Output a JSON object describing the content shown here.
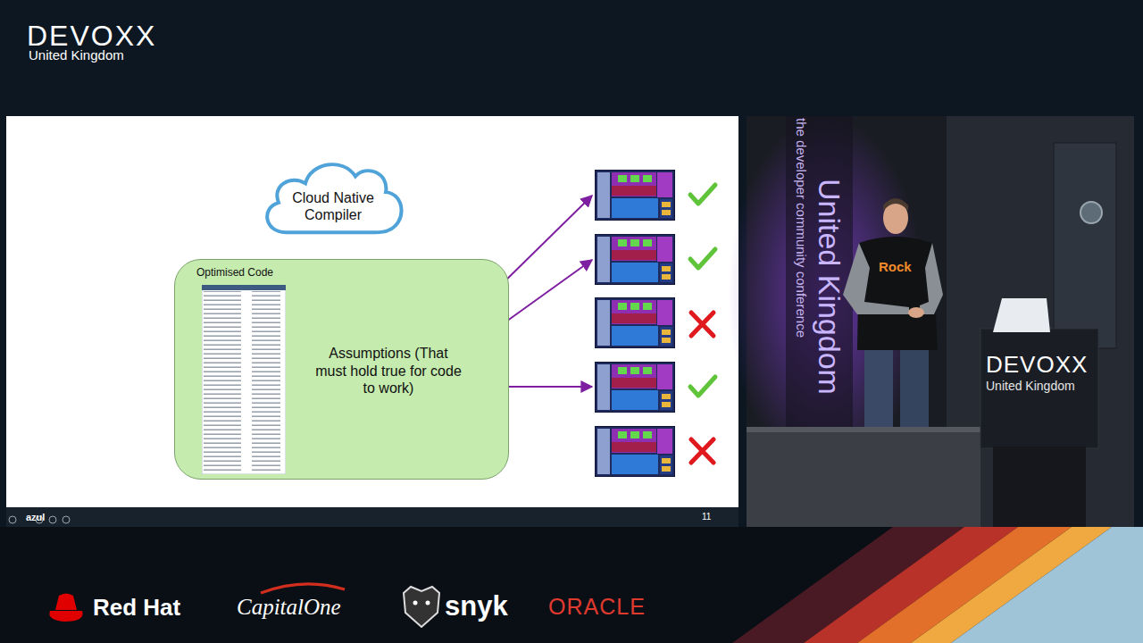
{
  "diagram": {
    "nodes": [
      {
        "text": [
          "Cloud Native Compiler"
        ]
      },
      {
        "text": [
          "Optimised Code",
          "Assumptions (That must hold true for code to work)"
        ]
      }
    ],
    "labels": [
      "DEVOXX",
      "United Kingdom",
      "azul",
      "11",
      "United Kingdom",
      "the developer community conference",
      "Rock",
      "DEVOXX",
      "United Kingdom",
      "Red Hat",
      "CapitalOne",
      "snyk",
      "ORACLE"
    ]
  }
}
